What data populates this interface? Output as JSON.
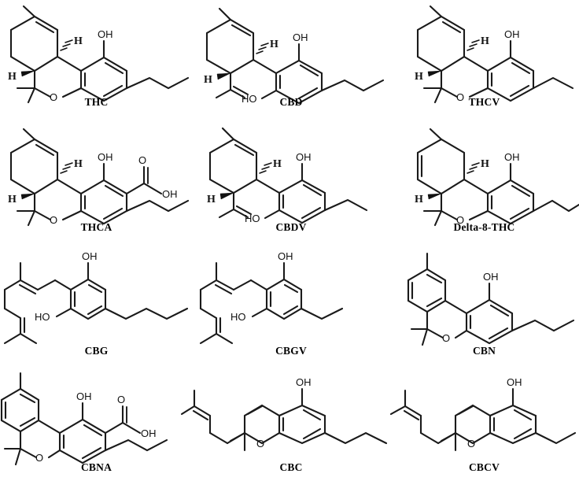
{
  "figure": {
    "kind": "chemical-structure-grid",
    "background": "#ffffff",
    "line_color": "#1a1a1a",
    "columns": 3,
    "rows": 4
  },
  "compounds": [
    {
      "id": "thc",
      "label": "THC",
      "row": 1,
      "col": 1,
      "core": "tricyclic-dibenzopyran",
      "atom_labels": [
        "OH",
        "O",
        "H",
        "H"
      ],
      "side_chain": "pentyl",
      "notes": "Delta-9-tetrahydrocannabinol, gem-dimethyl pyran, two stereocenter H"
    },
    {
      "id": "cbd",
      "label": "CBD",
      "row": 1,
      "col": 2,
      "core": "open-ring-terpene-resorcinol",
      "atom_labels": [
        "OH",
        "HO",
        "H",
        "H"
      ],
      "side_chain": "pentyl",
      "notes": "Cannabidiol, isopropenyl group on cyclohexene"
    },
    {
      "id": "thcv",
      "label": "THCV",
      "row": 1,
      "col": 3,
      "core": "tricyclic-dibenzopyran",
      "atom_labels": [
        "OH",
        "O",
        "H",
        "H"
      ],
      "side_chain": "propyl",
      "notes": "Tetrahydrocannabivarin"
    },
    {
      "id": "thca",
      "label": "THCA",
      "row": 2,
      "col": 1,
      "core": "tricyclic-dibenzopyran",
      "atom_labels": [
        "OH",
        "O",
        "OH",
        "H",
        "H"
      ],
      "side_chain": "pentyl",
      "substituent": "carboxylic-acid",
      "notes": "Tetrahydrocannabinolic acid, COOH on aromatic ring"
    },
    {
      "id": "cbdv",
      "label": "CBDV",
      "row": 2,
      "col": 2,
      "core": "open-ring-terpene-resorcinol",
      "atom_labels": [
        "OH",
        "HO",
        "H",
        "H"
      ],
      "side_chain": "propyl",
      "notes": "Cannabidivarin"
    },
    {
      "id": "delta8thc",
      "label": "Delta-8-THC",
      "row": 2,
      "col": 3,
      "core": "tricyclic-dibenzopyran",
      "atom_labels": [
        "OH",
        "O",
        "H",
        "H"
      ],
      "side_chain": "pentyl",
      "notes": "Delta-8-tetrahydrocannabinol, double bond shifted in cyclohexene"
    },
    {
      "id": "cbg",
      "label": "CBG",
      "row": 3,
      "col": 1,
      "core": "geranyl-resorcinol",
      "atom_labels": [
        "OH",
        "HO"
      ],
      "side_chain": "pentyl",
      "notes": "Cannabigerol, open geranyl chain"
    },
    {
      "id": "cbgv",
      "label": "CBGV",
      "row": 3,
      "col": 2,
      "core": "geranyl-resorcinol",
      "atom_labels": [
        "OH",
        "HO"
      ],
      "side_chain": "propyl",
      "notes": "Cannabigerovarin"
    },
    {
      "id": "cbn",
      "label": "CBN",
      "row": 3,
      "col": 3,
      "core": "aromatic-dibenzopyran",
      "atom_labels": [
        "OH",
        "O"
      ],
      "side_chain": "pentyl",
      "notes": "Cannabinol, fully aromatic upper ring with methyl"
    },
    {
      "id": "cbna",
      "label": "CBNA",
      "row": 4,
      "col": 1,
      "core": "aromatic-dibenzopyran",
      "atom_labels": [
        "OH",
        "O",
        "OH"
      ],
      "side_chain": "pentyl",
      "substituent": "carboxylic-acid",
      "notes": "Cannabinolic acid"
    },
    {
      "id": "cbc",
      "label": "CBC",
      "row": 4,
      "col": 2,
      "core": "chromene",
      "atom_labels": [
        "OH",
        "O"
      ],
      "side_chain": "pentyl",
      "notes": "Cannabichromene, 2-methyl-2-(4-methylpent-3-enyl)chromene"
    },
    {
      "id": "cbcv",
      "label": "CBCV",
      "row": 4,
      "col": 3,
      "core": "chromene",
      "atom_labels": [
        "OH",
        "O"
      ],
      "side_chain": "propyl",
      "notes": "Cannabichromevarin"
    }
  ]
}
